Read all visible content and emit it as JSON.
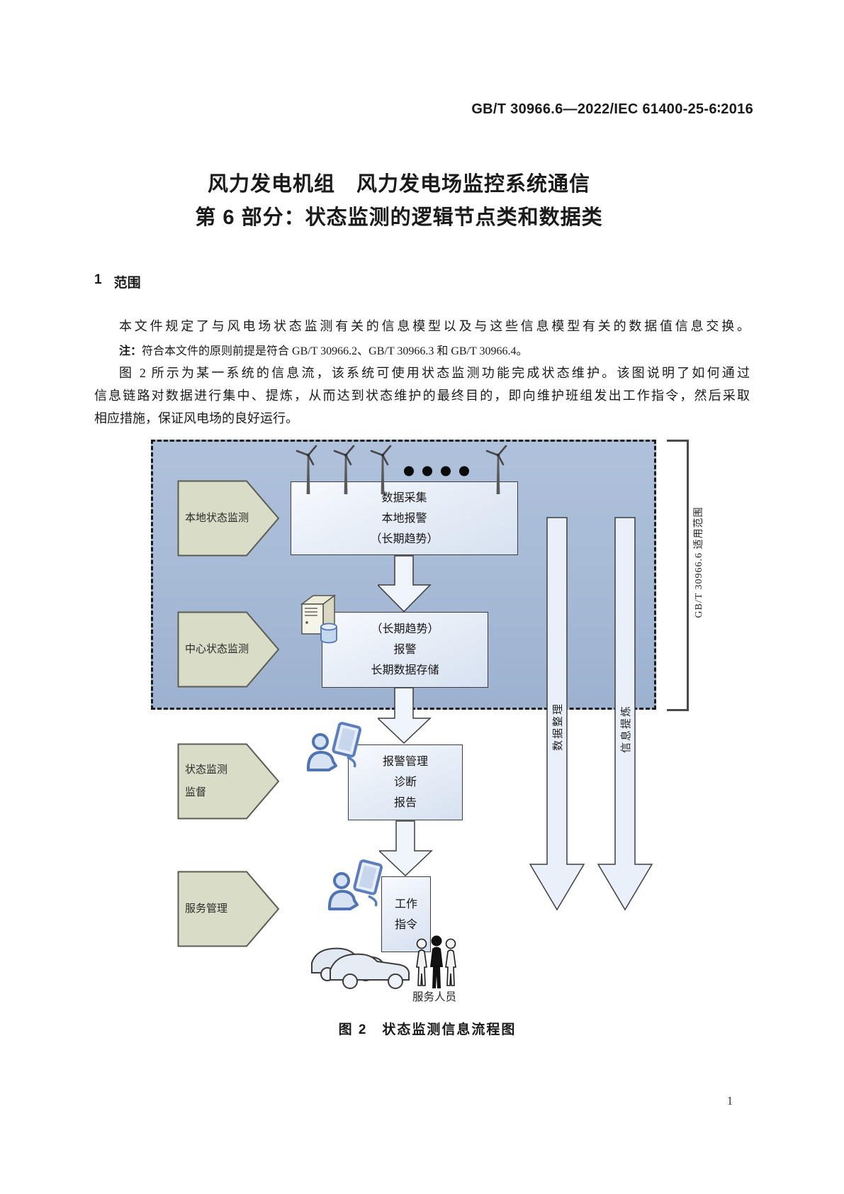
{
  "doc": {
    "standard_number": "GB/T 30966.6—2022/IEC 61400-25-6∶2016",
    "title_line1": "风力发电机组　风力发电场监控系统通信",
    "title_line2": "第 6 部分：状态监测的逻辑节点类和数据类",
    "section_number": "1",
    "section_title": "范围",
    "paragraph1": "本文件规定了与风电场状态监测有关的信息模型以及与这些信息模型有关的数据值信息交换。",
    "note_prefix": "注：",
    "note_text": "符合本文件的原则前提是符合 GB/T 30966.2、GB/T 30966.3 和 GB/T 30966.4。",
    "paragraph2_line1": "图 2 所示为某一系统的信息流，该系统可使用状态监测功能完成状态维护。该图说明了如何通过",
    "paragraph2_line2": "信息链路对数据进行集中、提炼，从而达到状态维护的最终目的，即向维护班组发出工作指令，然后采取",
    "paragraph2_line3": "相应措施，保证风电场的良好运行。",
    "page_number": "1"
  },
  "diagram": {
    "caption": "图 2　状态监测信息流程图",
    "scope_bracket_label": "GB/T 30966.6 适用范围",
    "pentagon_labels": {
      "local": "本地状态监测",
      "central": "中心状态监测",
      "supervision_line1": "状态监测",
      "supervision_line2": "监督",
      "service": "服务管理"
    },
    "process_boxes": {
      "box1_line1": "数据采集",
      "box1_line2": "本地报警",
      "box1_line3": "（长期趋势）",
      "box2_line1": "（长期趋势）",
      "box2_line2": "报警",
      "box2_line3": "长期数据存储",
      "box3_line1": "报警管理",
      "box3_line2": "诊断",
      "box3_line3": "报告",
      "box4_line1": "工作",
      "box4_line2": "指令"
    },
    "flow_labels": {
      "left_arrow": "数据整理",
      "right_arrow": "信息提炼"
    },
    "service_people_label": "服务人员",
    "icons": [
      "wind-turbine-icon",
      "ellipsis-dots-icon",
      "server-database-icon",
      "operator-workstation-icon",
      "service-cars-icon",
      "service-people-icon"
    ],
    "colors": {
      "region_background": "#a6bad6",
      "pentagon_fill": "#d9dcc6",
      "process_box_fill": "#e3ebf6",
      "arrow_fill": "#eaf0f9",
      "outline": "#3d3d3d"
    }
  }
}
